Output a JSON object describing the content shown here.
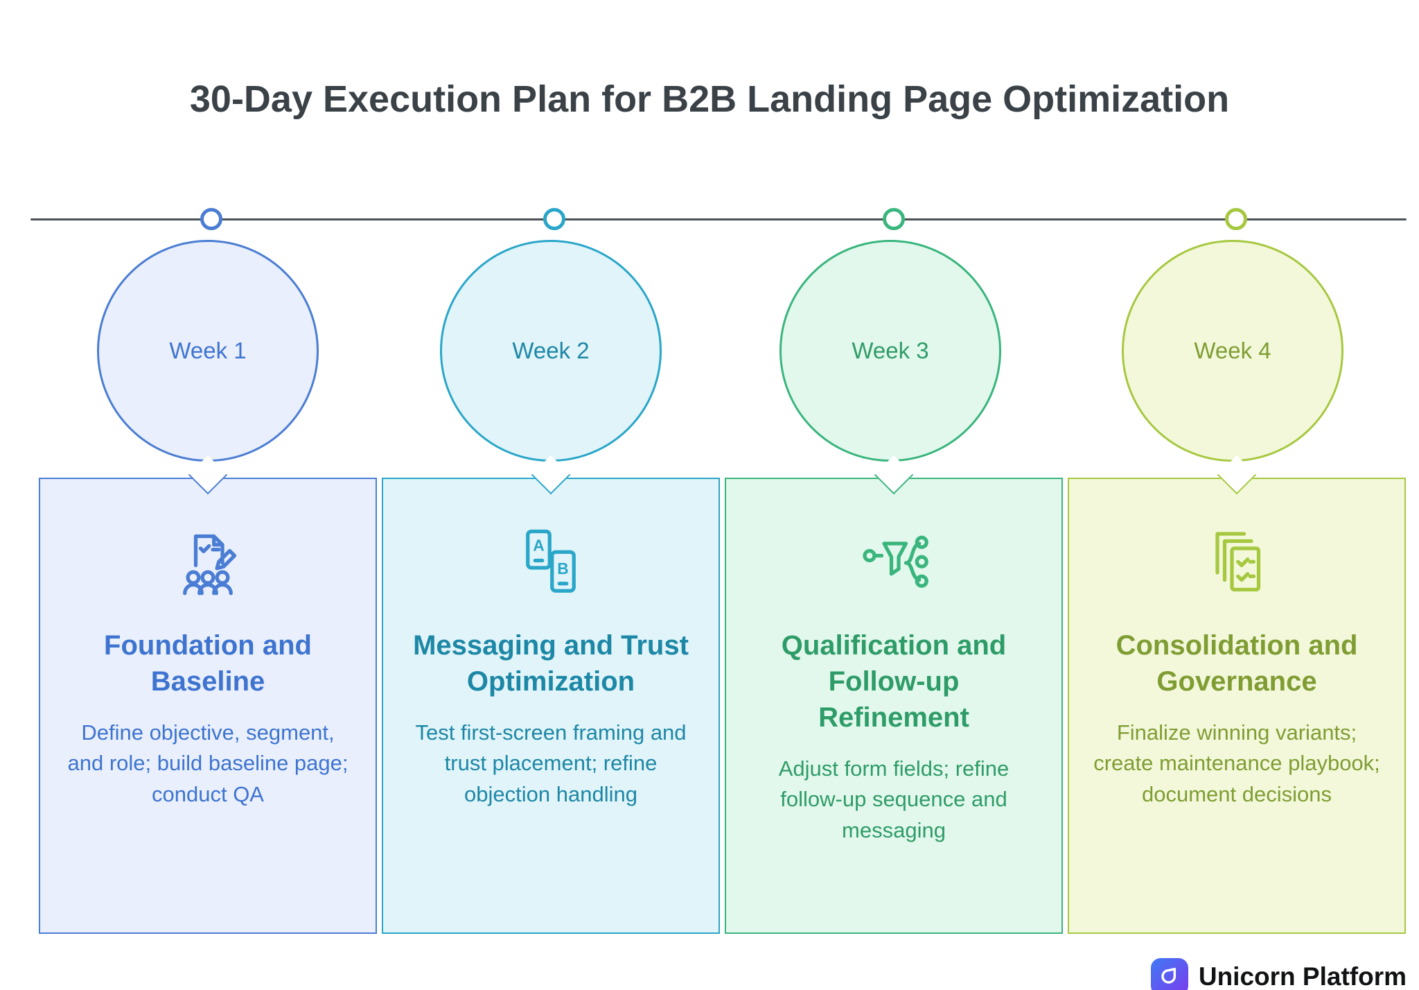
{
  "title": "30-Day Execution Plan for B2B Landing Page Optimization",
  "timeline": {
    "weeks": [
      {
        "label": "Week 1",
        "card_title": "Foundation and Baseline",
        "description": "Define objective, segment, and role; build baseline page; conduct QA",
        "icon": "survey-checklist-icon",
        "accent": "#4a7dd3",
        "fill": "#e9effc",
        "text": "#3e74d0"
      },
      {
        "label": "Week 2",
        "card_title": "Messaging and Trust Optimization",
        "description": "Test first-screen framing and trust placement; refine objection handling",
        "icon": "ab-test-phones-icon",
        "accent": "#2aa6c9",
        "fill": "#e0f4f9",
        "text": "#1d87a6"
      },
      {
        "label": "Week 3",
        "card_title": "Qualification and Follow-up Refinement",
        "description": "Adjust form fields; refine follow-up sequence and messaging",
        "icon": "funnel-flow-icon",
        "accent": "#39b57d",
        "fill": "#e3f8ec",
        "text": "#2e9c68"
      },
      {
        "label": "Week 4",
        "card_title": "Consolidation and Governance",
        "description": "Finalize winning variants; create maintenance playbook; document decisions",
        "icon": "documents-checklist-icon",
        "accent": "#a6c840",
        "fill": "#f3f8da",
        "text": "#7f9d33"
      }
    ]
  },
  "footer": {
    "brand": "Unicorn Platform",
    "logo_colors": [
      "#3f7af5",
      "#7c3aed"
    ]
  }
}
